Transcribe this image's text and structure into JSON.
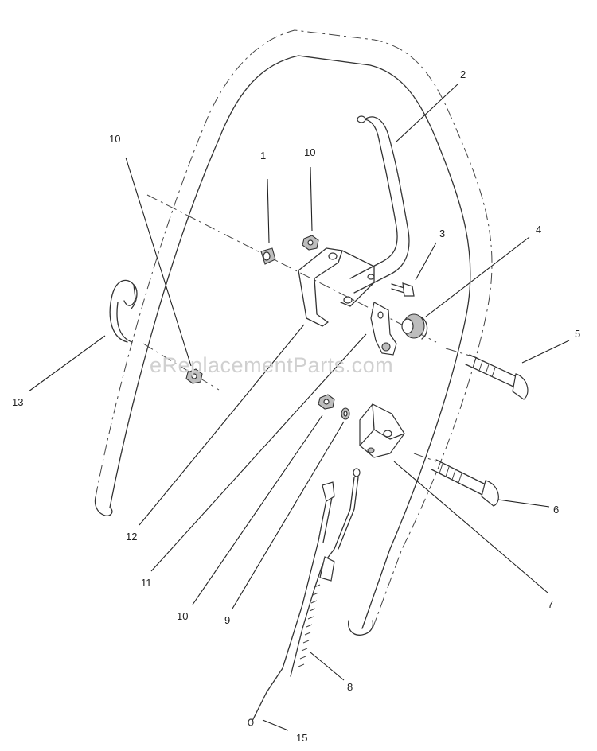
{
  "watermark": "eReplacementParts.com",
  "callouts": [
    {
      "id": "c1",
      "text": "1"
    },
    {
      "id": "c2",
      "text": "2"
    },
    {
      "id": "c3",
      "text": "3"
    },
    {
      "id": "c4",
      "text": "4"
    },
    {
      "id": "c5",
      "text": "5"
    },
    {
      "id": "c6",
      "text": "6"
    },
    {
      "id": "c7",
      "text": "7"
    },
    {
      "id": "c8",
      "text": "8"
    },
    {
      "id": "c9",
      "text": "9"
    },
    {
      "id": "c10a",
      "text": "10"
    },
    {
      "id": "c10b",
      "text": "10"
    },
    {
      "id": "c10c",
      "text": "10"
    },
    {
      "id": "c11",
      "text": "11"
    },
    {
      "id": "c12",
      "text": "12"
    },
    {
      "id": "c13",
      "text": "13"
    },
    {
      "id": "c15",
      "text": "15"
    }
  ],
  "colors": {
    "line": "#333333",
    "watermark": "#d0d0d0",
    "background": "#ffffff"
  }
}
